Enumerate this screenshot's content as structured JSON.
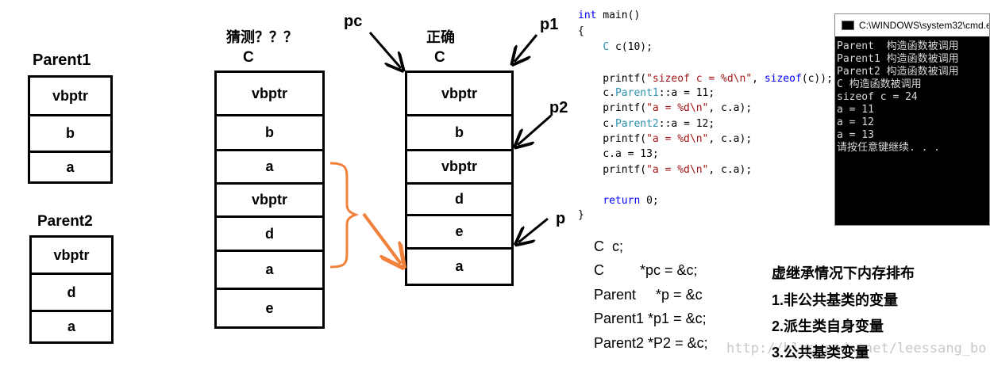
{
  "parent1": {
    "title": "Parent1",
    "cells": [
      "vbptr",
      "b",
      "a"
    ]
  },
  "parent2": {
    "title": "Parent2",
    "cells": [
      "vbptr",
      "d",
      "a"
    ]
  },
  "guess": {
    "heading": "猜测？？？",
    "title": "C",
    "cells": [
      "vbptr",
      "b",
      "a",
      "vbptr",
      "d",
      "a",
      "e"
    ]
  },
  "correct": {
    "heading": "正确",
    "title": "C",
    "cells": [
      "vbptr",
      "b",
      "vbptr",
      "d",
      "e",
      "a"
    ]
  },
  "pointers": {
    "pc": "pc",
    "p1": "p1",
    "p2": "p2",
    "p": "p"
  },
  "code": {
    "lines": [
      {
        "segments": [
          {
            "t": "int",
            "c": "kw"
          },
          {
            "t": " main()",
            "c": ""
          }
        ]
      },
      {
        "segments": [
          {
            "t": "{",
            "c": ""
          }
        ]
      },
      {
        "segments": [
          {
            "t": "    ",
            "c": ""
          },
          {
            "t": "C",
            "c": "typ"
          },
          {
            "t": " c(10);",
            "c": ""
          }
        ]
      },
      {
        "segments": [
          {
            "t": "",
            "c": ""
          }
        ]
      },
      {
        "segments": [
          {
            "t": "    printf(",
            "c": ""
          },
          {
            "t": "\"sizeof c = %d\\n\"",
            "c": "str"
          },
          {
            "t": ", ",
            "c": ""
          },
          {
            "t": "sizeof",
            "c": "kw"
          },
          {
            "t": "(c));",
            "c": ""
          }
        ]
      },
      {
        "segments": [
          {
            "t": "    c.",
            "c": ""
          },
          {
            "t": "Parent1",
            "c": "typ"
          },
          {
            "t": "::a = 11;",
            "c": ""
          }
        ]
      },
      {
        "segments": [
          {
            "t": "    printf(",
            "c": ""
          },
          {
            "t": "\"a = %d\\n\"",
            "c": "str"
          },
          {
            "t": ", c.a);",
            "c": ""
          }
        ]
      },
      {
        "segments": [
          {
            "t": "    c.",
            "c": ""
          },
          {
            "t": "Parent2",
            "c": "typ"
          },
          {
            "t": "::a = 12;",
            "c": ""
          }
        ]
      },
      {
        "segments": [
          {
            "t": "    printf(",
            "c": ""
          },
          {
            "t": "\"a = %d\\n\"",
            "c": "str"
          },
          {
            "t": ", c.a);",
            "c": ""
          }
        ]
      },
      {
        "segments": [
          {
            "t": "    c.a = 13;",
            "c": ""
          }
        ]
      },
      {
        "segments": [
          {
            "t": "    printf(",
            "c": ""
          },
          {
            "t": "\"a = %d\\n\"",
            "c": "str"
          },
          {
            "t": ", c.a);",
            "c": ""
          }
        ]
      },
      {
        "segments": [
          {
            "t": "",
            "c": ""
          }
        ]
      },
      {
        "segments": [
          {
            "t": "    ",
            "c": ""
          },
          {
            "t": "return",
            "c": "kw"
          },
          {
            "t": " 0;",
            "c": ""
          }
        ]
      },
      {
        "segments": [
          {
            "t": "}",
            "c": ""
          }
        ]
      }
    ]
  },
  "console": {
    "title": "C:\\WINDOWS\\system32\\cmd.exe",
    "lines": [
      "Parent  构造函数被调用",
      "Parent1 构造函数被调用",
      "Parent2 构造函数被调用",
      "C 构造函数被调用",
      "sizeof c = 24",
      "a = 11",
      "a = 12",
      "a = 13",
      "请按任意键继续. . ."
    ]
  },
  "declarations": [
    "C  c;",
    "C         *pc = &c;",
    "Parent     *p = &c",
    "Parent1 *p1 = &c;",
    "Parent2 *P2 = &c;"
  ],
  "notes": [
    "虚继承情况下内存排布",
    "1.非公共基类的变量",
    "2.派生类自身变量",
    "3.公共基类变量"
  ],
  "watermark": "http://blog.csdn.net/leessang_bo",
  "colors": {
    "brace": "#f0803a",
    "keyword": "#0000ff",
    "string": "#a31515",
    "type": "#2b91af",
    "console_bg": "#000000",
    "console_text": "#d8d8d8"
  }
}
